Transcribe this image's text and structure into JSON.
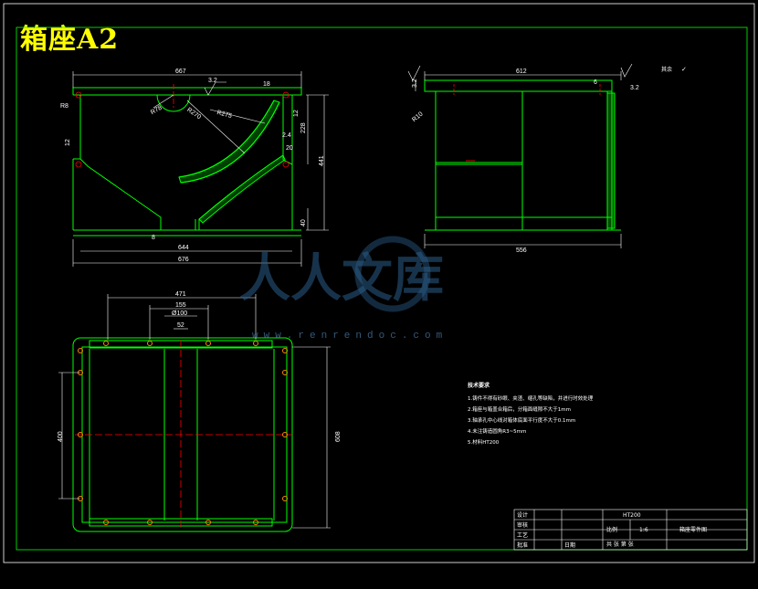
{
  "title": "箱座A2",
  "colors": {
    "background": "#000000",
    "outline": "#00ff00",
    "dimension": "#ffffff",
    "center": "#ff0000",
    "title": "#ffff00",
    "bolt": "#ff8800",
    "watermark": "#2b5e8a"
  },
  "front_view": {
    "dims": {
      "top_width": "667",
      "bottom_inner": "644",
      "bottom_outer": "676",
      "height_total": "441",
      "height_upper": "228",
      "height_small": "12",
      "height_bottom": "40",
      "left_side": "12",
      "rad_center": "R78",
      "rad_main": "R270",
      "rad_outer": "R275",
      "rad_left": "R8",
      "right_r": "20",
      "right_small": "18",
      "thick": "2.4",
      "base": "8",
      "rough": "3.2"
    }
  },
  "side_view": {
    "dims": {
      "top_width": "612",
      "bottom_width": "556",
      "left_height": "3.2",
      "left_r": "R10",
      "right_small": "6",
      "rough": "3.2"
    },
    "rest_label": "其余",
    "rest_symbol": "✓"
  },
  "plan_view": {
    "dims": {
      "width_outer": "471",
      "width_mid": "155",
      "dia": "Ø100",
      "width_small": "52",
      "height_left": "400",
      "height_right": "608"
    }
  },
  "notes": {
    "heading": "技术要求",
    "items": [
      "1.铸件不得有砂眼、夹渣、缩孔等缺陷，并进行时效处理",
      "2.箱座与箱盖合箱后，分箱面缝隙不大于1mm",
      "3.轴承孔中心线对箱体底面平行度不大于0.1mm",
      "4.未注铸造圆角R3~5mm",
      "5.材料HT200"
    ]
  },
  "title_block": {
    "design": "设计",
    "check": "审核",
    "process": "工艺",
    "approve": "批准",
    "date": "日期",
    "material": "HT200",
    "scale_label": "比例",
    "scale_value": "1:6",
    "sheets": "共   张 第   张",
    "drawing_name": "箱座零件图"
  },
  "watermark": {
    "text": "人人文库",
    "url": "www.renrendoc.com"
  }
}
